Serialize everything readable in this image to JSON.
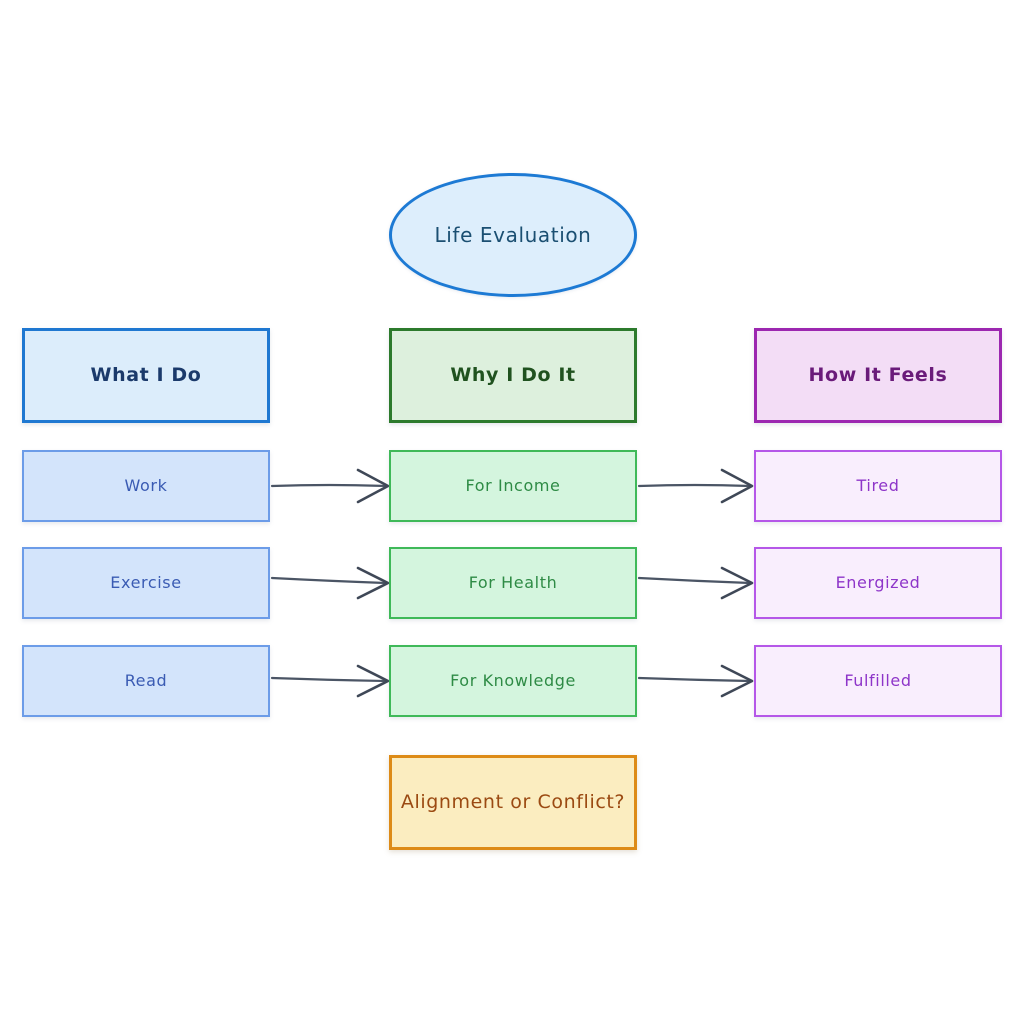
{
  "diagram": {
    "title_node": {
      "label": "Life Evaluation",
      "shape": "ellipse",
      "stroke": "#1d7ad4",
      "fill": "#ddeefc",
      "text_color": "#1b4f72"
    },
    "columns": [
      {
        "id": "what-i-do",
        "header": "What I Do",
        "header_stroke": "#1f78d1",
        "header_fill": "#dcedfb",
        "header_text_color": "#1b3a6b",
        "item_stroke": "#6c9ce8",
        "item_fill": "#d3e4fb",
        "item_text_color": "#3a5bb3",
        "items": [
          "Work",
          "Exercise",
          "Read"
        ]
      },
      {
        "id": "why-i-do-it",
        "header": "Why I Do It",
        "header_stroke": "#2c7a2c",
        "header_fill": "#ddf0dd",
        "header_text_color": "#20521f",
        "item_stroke": "#3fb959",
        "item_fill": "#d4f5de",
        "item_text_color": "#2e8b45",
        "items": [
          "For Income",
          "For Health",
          "For Knowledge"
        ]
      },
      {
        "id": "how-it-feels",
        "header": "How It Feels",
        "header_stroke": "#9c27b0",
        "header_fill": "#f3ddf6",
        "header_text_color": "#6a1b7a",
        "item_stroke": "#b557e8",
        "item_fill": "#f9eefd",
        "item_text_color": "#8e35c9",
        "items": [
          "Tired",
          "Energized",
          "Fulfilled"
        ]
      }
    ],
    "footer_node": {
      "label": "Alignment or Conflict?",
      "stroke": "#dd8b17",
      "fill": "#fbedc0",
      "text_color": "#9b4a12"
    },
    "connections": [
      {
        "from": "Work",
        "to": "For Income"
      },
      {
        "from": "For Income",
        "to": "Tired"
      },
      {
        "from": "Exercise",
        "to": "For Health"
      },
      {
        "from": "For Health",
        "to": "Energized"
      },
      {
        "from": "Read",
        "to": "For Knowledge"
      },
      {
        "from": "For Knowledge",
        "to": "Fulfilled"
      }
    ],
    "edge_color": "#4b5565"
  }
}
